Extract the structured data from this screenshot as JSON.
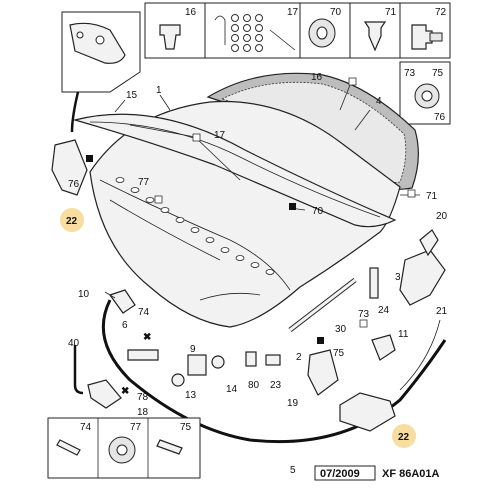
{
  "footer": {
    "date": "07/2009",
    "ref": "XF 86A01A"
  },
  "callouts": {
    "c1": "1",
    "c2": "2",
    "c3": "3",
    "c4": "4",
    "c5": "5",
    "c6": "6",
    "c9": "9",
    "c10": "10",
    "c11": "11",
    "c13": "13",
    "c14": "14",
    "c15": "15",
    "c16a": "16",
    "c16b": "16",
    "c17a": "17",
    "c17b": "17",
    "c18": "18",
    "c19": "19",
    "c20": "20",
    "c21": "21",
    "c22a": "22",
    "c22b": "22",
    "c23": "23",
    "c24": "24",
    "c30": "30",
    "c40": "40",
    "c70a": "70",
    "c70b": "70",
    "c71a": "71",
    "c71b": "71",
    "c72": "72",
    "c73a": "73",
    "c73b": "73",
    "c74a": "74",
    "c74b": "74",
    "c75a": "75",
    "c75b": "75",
    "c76a": "76",
    "c76b": "76",
    "c77a": "77",
    "c77b": "77",
    "c78": "78",
    "c80": "80"
  },
  "colors": {
    "highlight": "#f7dea0",
    "ink": "#111111",
    "seal": "#bdbdbd"
  }
}
